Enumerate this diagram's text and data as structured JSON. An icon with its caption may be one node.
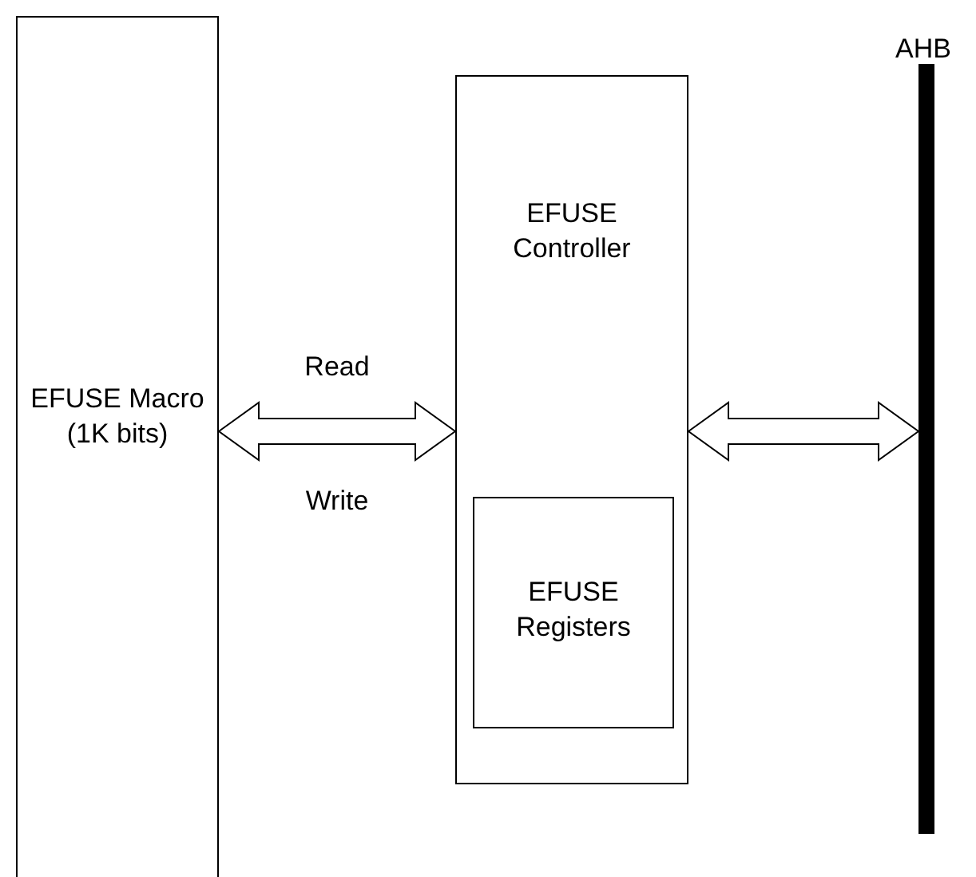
{
  "diagram": {
    "nodes": [
      {
        "text": [
          "EFUSE Macro (1K bits)"
        ]
      },
      {
        "text": [
          "EFUSE Controller"
        ]
      },
      {
        "text": [
          "EFUSE Registers"
        ],
        "in": 1
      },
      {
        "text": [
          "AHB"
        ]
      }
    ],
    "edges": [
      {
        "from": 0,
        "to": 1,
        "arrow": "both",
        "label": "Read"
      },
      {
        "from": 1,
        "to": 3,
        "arrow": "both"
      }
    ],
    "labels": [
      "Write"
    ]
  }
}
